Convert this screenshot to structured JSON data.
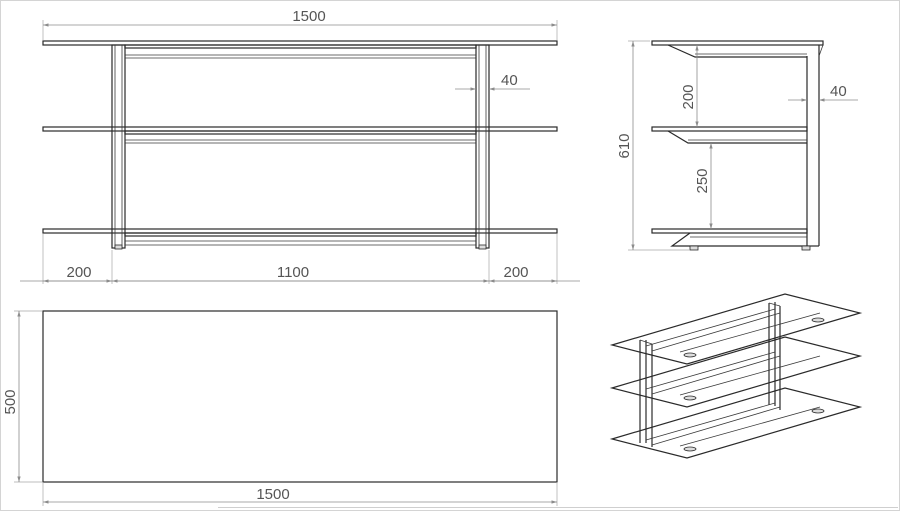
{
  "front_view": {
    "overall_width": "1500",
    "left_overhang": "200",
    "inner_span": "1100",
    "right_overhang": "200",
    "frame_thickness": "40"
  },
  "side_view": {
    "overall_height": "610",
    "upper_gap": "200",
    "lower_gap": "250",
    "frame_thickness": "40"
  },
  "top_view": {
    "width": "1500",
    "depth": "500"
  }
}
